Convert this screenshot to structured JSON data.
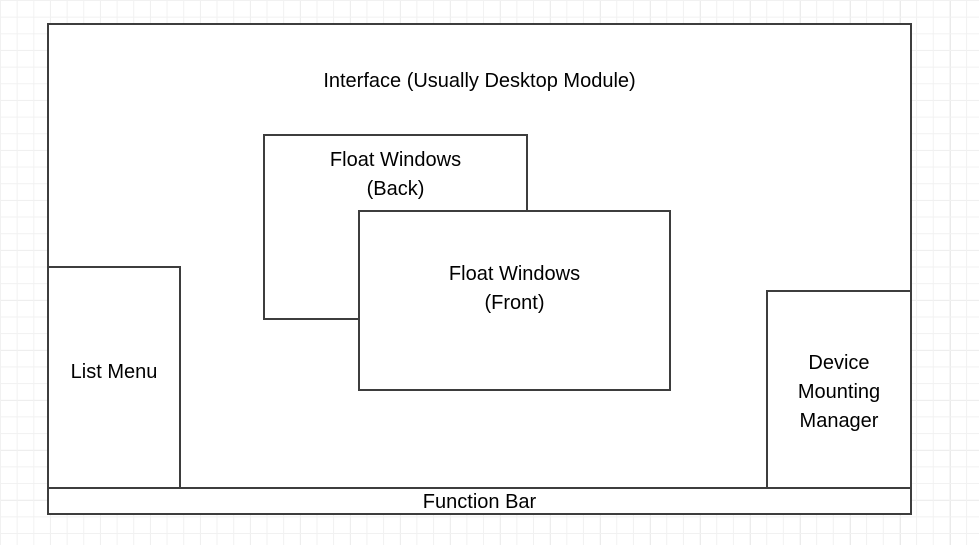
{
  "diagram": {
    "title_text": "Interface (Usually Desktop Module)",
    "background": {
      "grid": true,
      "grid_color": "#f1f1f1",
      "grid_major_color": "#e6e6e6",
      "page_color": "#ffffff"
    },
    "stroke_color": "#3d3d3d",
    "text_color": "#000000",
    "boxes": [
      {
        "id": "interface",
        "label": "Interface (Usually Desktop Module)",
        "role": "root-container"
      },
      {
        "id": "float-windows-back",
        "label": "Float Windows\n(Back)",
        "role": "floating-window"
      },
      {
        "id": "float-windows-front",
        "label": "Float Windows\n(Front)",
        "role": "floating-window"
      },
      {
        "id": "list-menu",
        "label": "List Menu",
        "role": "panel"
      },
      {
        "id": "device-mounting-manager",
        "label": "Device\nMounting\nManager",
        "role": "panel"
      },
      {
        "id": "function-bar",
        "label": "Function Bar",
        "role": "bar"
      }
    ]
  }
}
